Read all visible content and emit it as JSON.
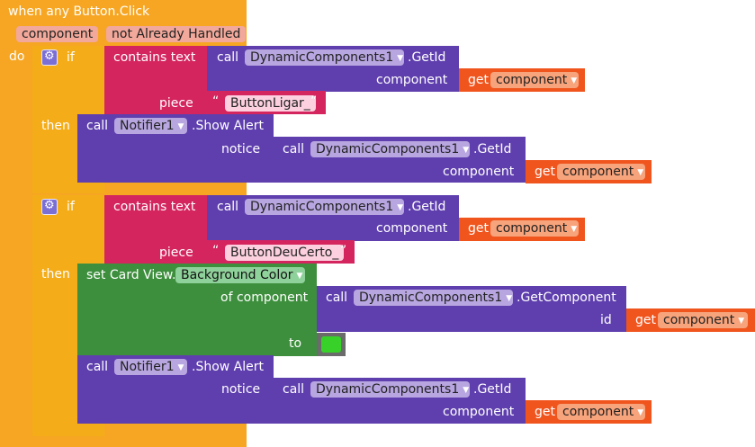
{
  "event": {
    "title": "when any Button.Click",
    "param1": "component",
    "param2": "not Already Handled",
    "do_label": "do"
  },
  "if1": {
    "if_label": "if",
    "contains": {
      "label": "contains text",
      "call": "call",
      "component": "DynamicComponents1",
      "method": ".GetId",
      "arg_label": "component",
      "get": "get",
      "get_value": "component",
      "piece_label": "piece",
      "piece_open": "“",
      "piece_close": "”",
      "piece_value": "ButtonLigar_"
    },
    "then_label": "then",
    "alert": {
      "call": "call",
      "component": "Notifier1",
      "method": ".Show Alert",
      "notice_label": "notice",
      "inner_call": "call",
      "inner_component": "DynamicComponents1",
      "inner_method": ".GetId",
      "inner_arg_label": "component",
      "get": "get",
      "get_value": "component"
    }
  },
  "if2": {
    "if_label": "if",
    "contains": {
      "label": "contains text",
      "call": "call",
      "component": "DynamicComponents1",
      "method": ".GetId",
      "arg_label": "component",
      "get": "get",
      "get_value": "component",
      "piece_label": "piece",
      "piece_open": "“",
      "piece_close": "”",
      "piece_value": "ButtonDeuCerto_"
    },
    "then_label": "then",
    "set": {
      "prefix": "set Card View.",
      "property": "Background Color",
      "of_label": "of component",
      "call": "call",
      "component": "DynamicComponents1",
      "method": ".GetComponent",
      "id_label": "id",
      "get": "get",
      "get_value": "component",
      "to_label": "to",
      "color": "#38d12a"
    },
    "alert": {
      "call": "call",
      "component": "Notifier1",
      "method": ".Show Alert",
      "notice_label": "notice",
      "inner_call": "call",
      "inner_component": "DynamicComponents1",
      "inner_method": ".GetId",
      "inner_arg_label": "component",
      "get": "get",
      "get_value": "component"
    }
  }
}
